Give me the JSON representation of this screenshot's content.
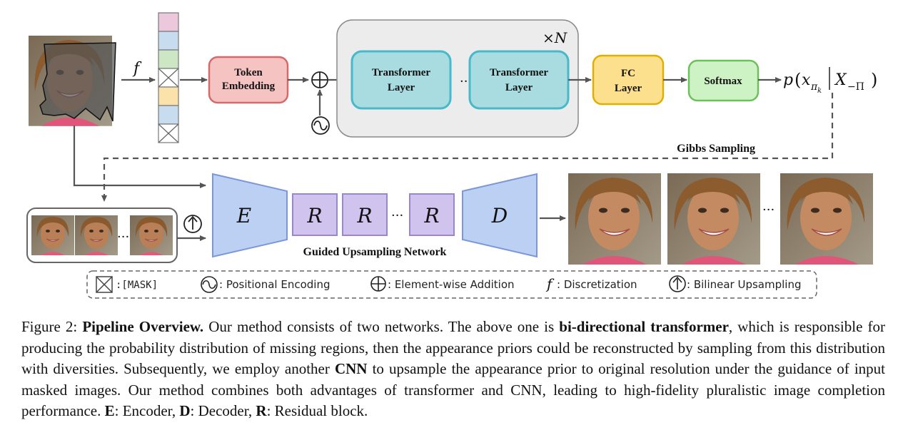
{
  "figure": {
    "variable_f": "f",
    "token_embedding": [
      "Token",
      "Embedding"
    ],
    "transformer_layer": [
      "Transformer",
      "Layer"
    ],
    "ellipsis": "···",
    "repeat": "×N",
    "fc_layer": [
      "FC",
      "Layer"
    ],
    "softmax": "Softmax",
    "output_prob": {
      "p": "p",
      "x": "x",
      "sub": "π",
      "subsub": "k",
      "given": "X",
      "given_sub": "−Π"
    },
    "gibbs_sampling": "Gibbs Sampling",
    "encoder": "E",
    "residual": "R",
    "decoder": "D",
    "guided_network": "Guided Upsampling Network",
    "colors": {
      "token_embedding_fill": "#f6c3c3",
      "token_embedding_stroke": "#d96868",
      "transformer_fill": "#a8dce0",
      "transformer_stroke": "#49b8c8",
      "repeat_box_fill": "#ececec",
      "fc_fill": "#fde08e",
      "fc_stroke": "#e0b000",
      "softmax_fill": "#cdf3c5",
      "softmax_stroke": "#6fbf5f",
      "encoder_fill": "#bcd0f3",
      "encoder_stroke": "#7a98d8",
      "residual_fill": "#d0c3ee",
      "residual_stroke": "#9a86cf",
      "token_colors": [
        "#ecc8dc",
        "#c8dcef",
        "#cde6c4",
        "#ffffff",
        "#fbe2aa",
        "#c8dcef",
        "#ffffff"
      ]
    }
  },
  "legend": {
    "mask": ":[MASK]",
    "positional": ": Positional Encoding",
    "addition": ": Element-wise Addition",
    "discretization_symbol": "f",
    "discretization": ": Discretization",
    "bilinear": ": Bilinear Upsampling"
  },
  "caption": {
    "label": "Figure 2: ",
    "title": "Pipeline Overview.",
    "t1": " Our method consists of two networks. The above one is ",
    "b1": "bi-directional transformer",
    "t2": ", which is responsible for producing the probability distribution of missing regions, then the appearance priors could be reconstructed by sampling from this distribution with diversities. Subsequently, we employ another ",
    "b2": "CNN",
    "t3": " to upsample the appearance prior to original resolution under the guidance of input masked images. Our method combines both advantages of transformer and CNN, leading to high-fidelity pluralistic image completion performance. ",
    "b3": "E",
    "t4": ": Encoder, ",
    "b4": "D",
    "t5": ": Decoder, ",
    "b5": "R",
    "t6": ": Residual block."
  }
}
